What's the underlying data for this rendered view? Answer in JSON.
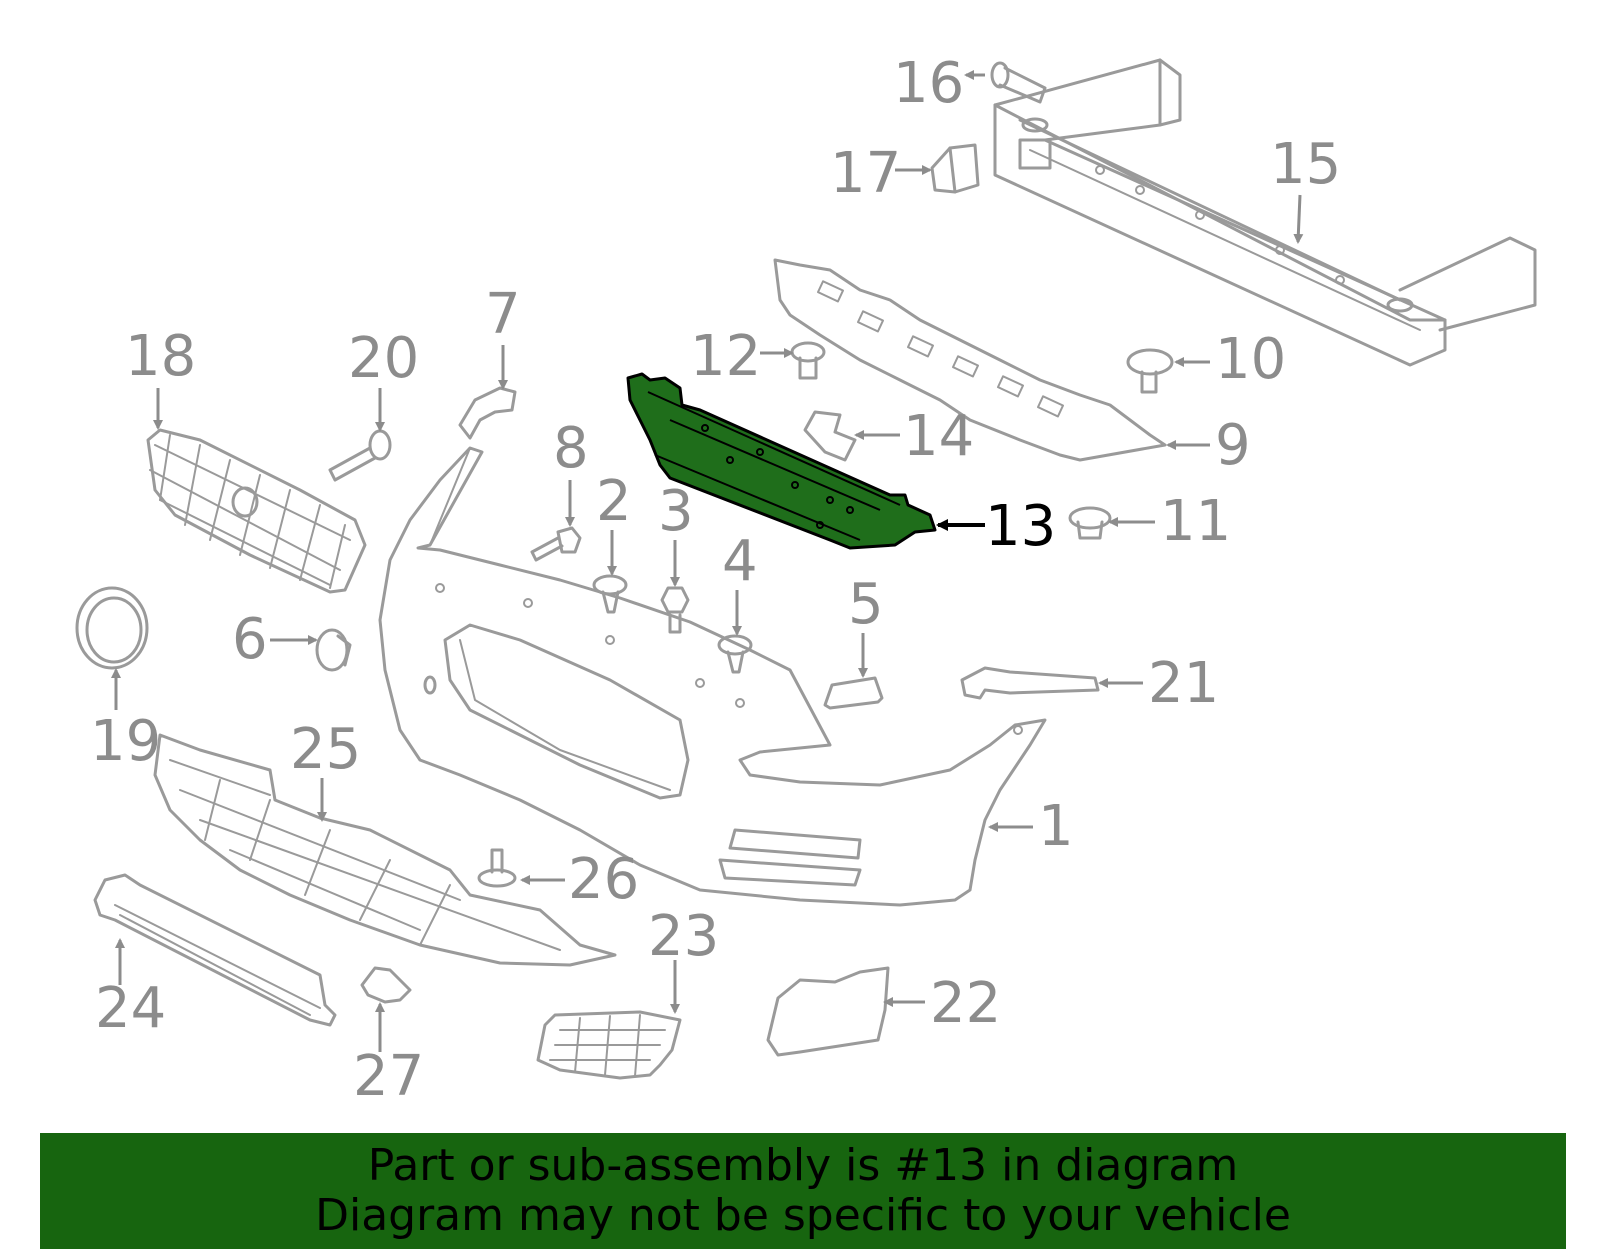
{
  "banner": {
    "line1": "Part or sub-assembly is #13 in diagram",
    "line2": "Diagram may not be specific to your vehicle",
    "background_color": "#17650f"
  },
  "highlight": {
    "part_number": "13",
    "fill_color": "#1f6e1b"
  },
  "callouts": {
    "c1": "1",
    "c2": "2",
    "c3": "3",
    "c4": "4",
    "c5": "5",
    "c6": "6",
    "c7": "7",
    "c8": "8",
    "c9": "9",
    "c10": "10",
    "c11": "11",
    "c12": "12",
    "c13": "13",
    "c14": "14",
    "c15": "15",
    "c16": "16",
    "c17": "17",
    "c18": "18",
    "c19": "19",
    "c20": "20",
    "c21": "21",
    "c22": "22",
    "c23": "23",
    "c24": "24",
    "c25": "25",
    "c26": "26",
    "c27": "27"
  }
}
